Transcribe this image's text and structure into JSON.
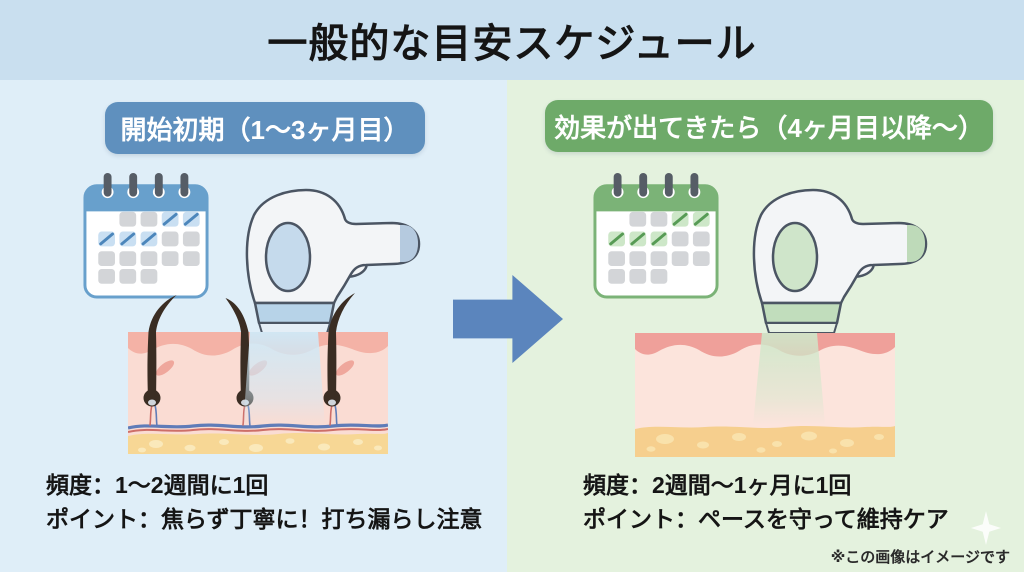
{
  "title": "一般的な目安スケジュール",
  "disclaimer": "※この画像はイメージです",
  "colors": {
    "title_band_bg": "#c9dfef",
    "left_panel_bg": "#dfeef8",
    "right_panel_bg": "#e4f2de",
    "left_accent": "#5f90be",
    "right_accent": "#6eaa69",
    "arrow": "#5b85bd",
    "text": "#151515"
  },
  "panels": [
    {
      "id": "initial-phase",
      "header": "開始初期（1〜3ヶ月目）",
      "frequency": "頻度：1〜2週間に1回",
      "point": "ポイント：焦らず丁寧に！打ち漏らし注意",
      "icons": [
        "calendar-icon",
        "ipl-device-icon",
        "skin-with-hairs-icon",
        "light-beam"
      ]
    },
    {
      "id": "maintenance-phase",
      "header": "効果が出てきたら（4ヶ月目以降〜）",
      "frequency": "頻度：2週間〜1ヶ月に1回",
      "point": "ポイント：ペースを守って維持ケア",
      "icons": [
        "calendar-icon",
        "ipl-device-icon",
        "smooth-skin-icon",
        "light-beam"
      ]
    }
  ],
  "decorations": [
    "arrow-right-icon",
    "sparkle-icon"
  ]
}
